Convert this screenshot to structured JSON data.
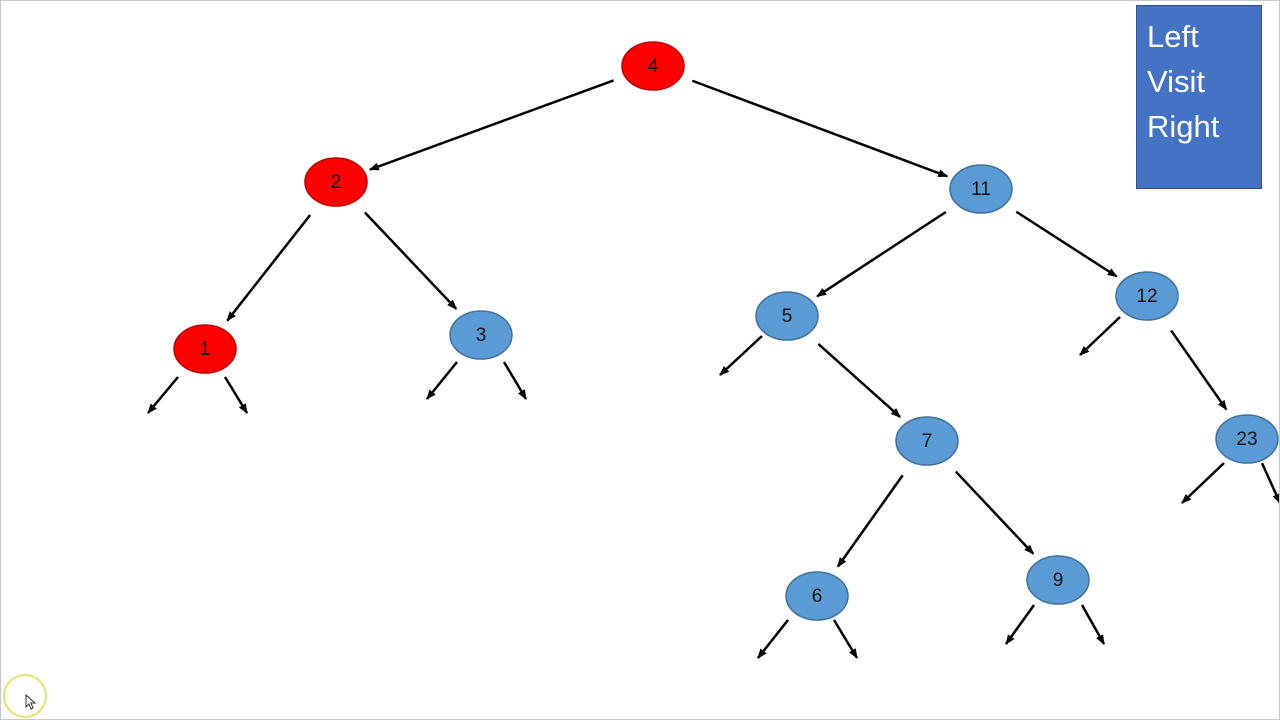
{
  "legend": {
    "lines": [
      "Left",
      "Visit",
      "Right"
    ],
    "color": "#4472c4",
    "text_color": "#ffffff"
  },
  "colors": {
    "visited": "#ff0000",
    "visited_stroke": "#c00000",
    "unvisited": "#5b9bd5",
    "unvisited_stroke": "#41719c",
    "edge": "#000000"
  },
  "nodes": [
    {
      "id": "n4",
      "label": "4",
      "state": "visited"
    },
    {
      "id": "n2",
      "label": "2",
      "state": "visited"
    },
    {
      "id": "n11",
      "label": "11",
      "state": "unvisited"
    },
    {
      "id": "n1",
      "label": "1",
      "state": "visited"
    },
    {
      "id": "n3",
      "label": "3",
      "state": "unvisited"
    },
    {
      "id": "n5",
      "label": "5",
      "state": "unvisited"
    },
    {
      "id": "n12",
      "label": "12",
      "state": "unvisited"
    },
    {
      "id": "n7",
      "label": "7",
      "state": "unvisited"
    },
    {
      "id": "n23",
      "label": "23",
      "state": "unvisited"
    },
    {
      "id": "n6",
      "label": "6",
      "state": "unvisited"
    },
    {
      "id": "n9",
      "label": "9",
      "state": "unvisited"
    }
  ],
  "edges": [
    {
      "from": "n4",
      "to": "n2"
    },
    {
      "from": "n4",
      "to": "n11"
    },
    {
      "from": "n2",
      "to": "n1"
    },
    {
      "from": "n2",
      "to": "n3"
    },
    {
      "from": "n11",
      "to": "n5"
    },
    {
      "from": "n11",
      "to": "n12"
    },
    {
      "from": "n5",
      "to": "n7"
    },
    {
      "from": "n12",
      "to": "n23"
    },
    {
      "from": "n7",
      "to": "n6"
    },
    {
      "from": "n7",
      "to": "n9"
    }
  ]
}
